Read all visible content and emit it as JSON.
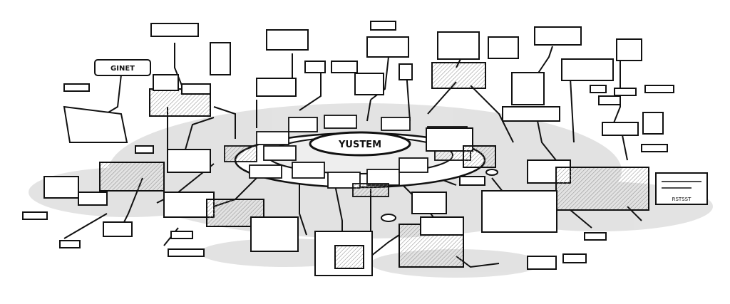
{
  "hub": {
    "label": "YUSTEM"
  },
  "labels": {
    "top_left_tag": "GINET",
    "bottom_right_tag": "RSTSST"
  },
  "colors": {
    "ink": "#111111",
    "paper": "#ffffff",
    "shadow": "#d6d6d6",
    "hatch": "#9a9a9a"
  }
}
